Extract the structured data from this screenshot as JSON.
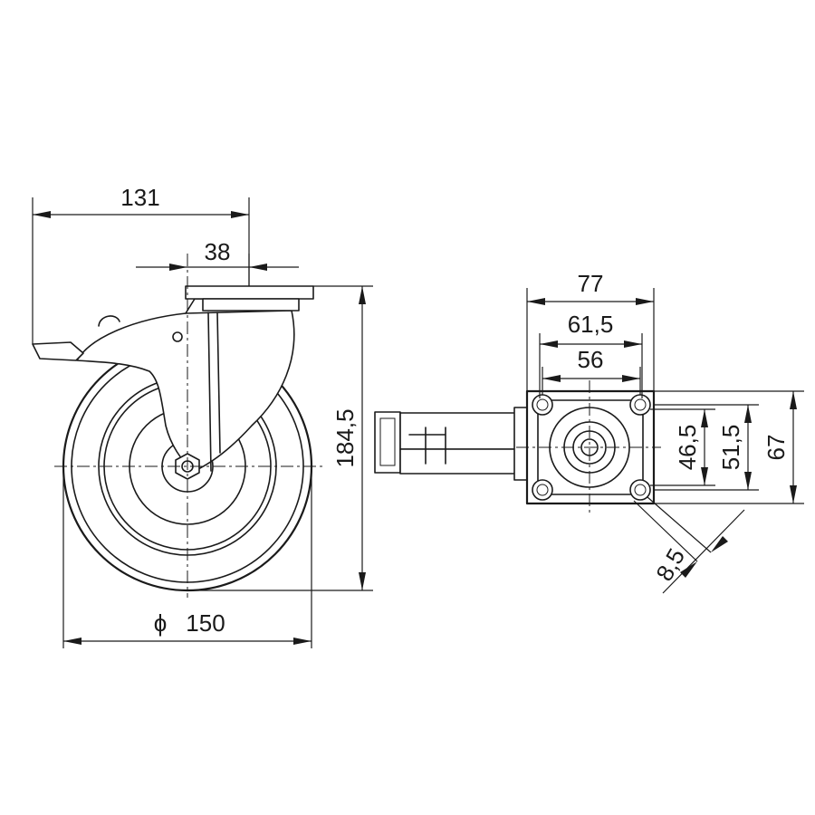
{
  "drawing": {
    "side_view": {
      "overall_length": "131",
      "plate_offset": "38",
      "overall_height": "184,5",
      "wheel_diameter_symbol": "ϕ",
      "wheel_diameter": "150"
    },
    "top_view": {
      "plate_width": "77",
      "hole_spacing_outer": "61,5",
      "hole_spacing_inner": "56",
      "hole_spacing_vertical_inner": "46,5",
      "hole_spacing_vertical_outer": "51,5",
      "plate_depth": "67",
      "bolt_hole_diameter": "8,5"
    }
  }
}
